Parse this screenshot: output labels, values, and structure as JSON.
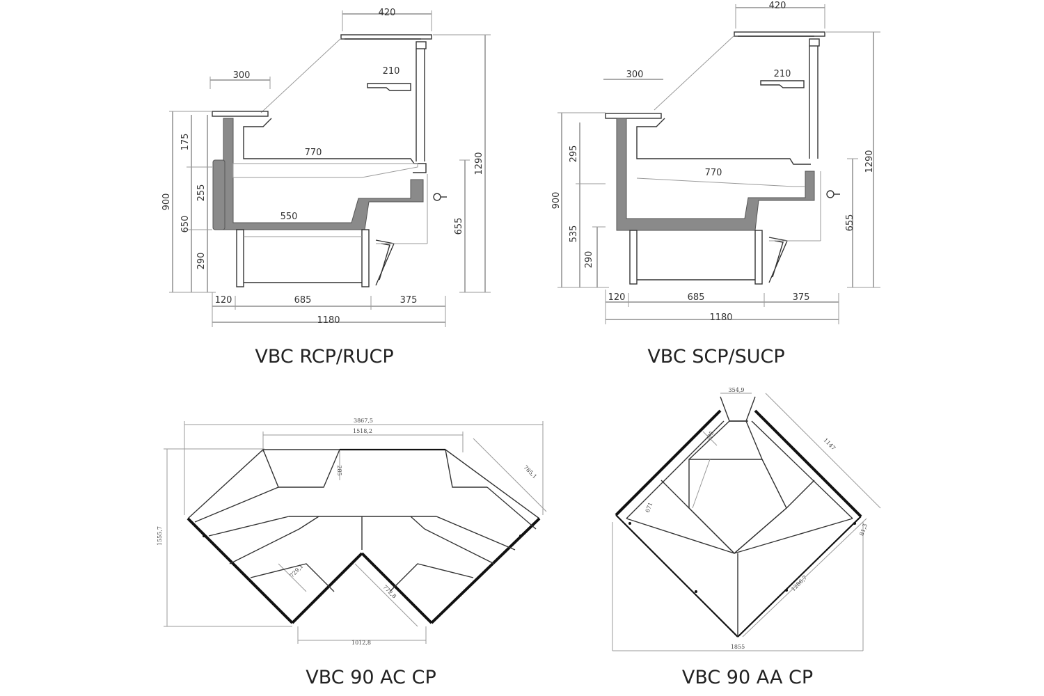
{
  "drawings": {
    "rcp": {
      "caption": "VBC RCP/RUCP",
      "dims": {
        "top_width": "420",
        "upper_shelf": "300",
        "shelf": "210",
        "inner_width": "770",
        "base_width": "550",
        "h_175": "175",
        "h_900": "900",
        "h_255": "255",
        "h_650": "650",
        "h_290": "290",
        "h_655": "655",
        "h_1290": "1290",
        "w_120": "120",
        "w_685": "685",
        "w_375": "375",
        "w_1180": "1180"
      }
    },
    "scp": {
      "caption": "VBC SCP/SUCP",
      "dims": {
        "top_width": "420",
        "upper_shelf": "300",
        "shelf": "210",
        "inner_width": "770",
        "h_295": "295",
        "h_900": "900",
        "h_535": "535",
        "h_290": "290",
        "h_655": "655",
        "h_1290": "1290",
        "w_120": "120",
        "w_685": "685",
        "w_375": "375",
        "w_1180": "1180"
      }
    },
    "ac": {
      "caption": "VBC 90 AC CP",
      "dims": {
        "overall": "3867,5",
        "inner": "1518,2",
        "depth": "285",
        "side": "1555,7",
        "diag_right": "785,1",
        "diag_left": "729,1",
        "diag_mid": "772,8",
        "bottom": "1012,8"
      }
    },
    "aa": {
      "caption": "VBC 90 AA CP",
      "dims": {
        "top": "354,9",
        "diag": "1147",
        "inner": "295",
        "left_diag": "671",
        "bottom": "1855",
        "right_mid": "1286,7",
        "right_small": "81,3"
      }
    }
  }
}
